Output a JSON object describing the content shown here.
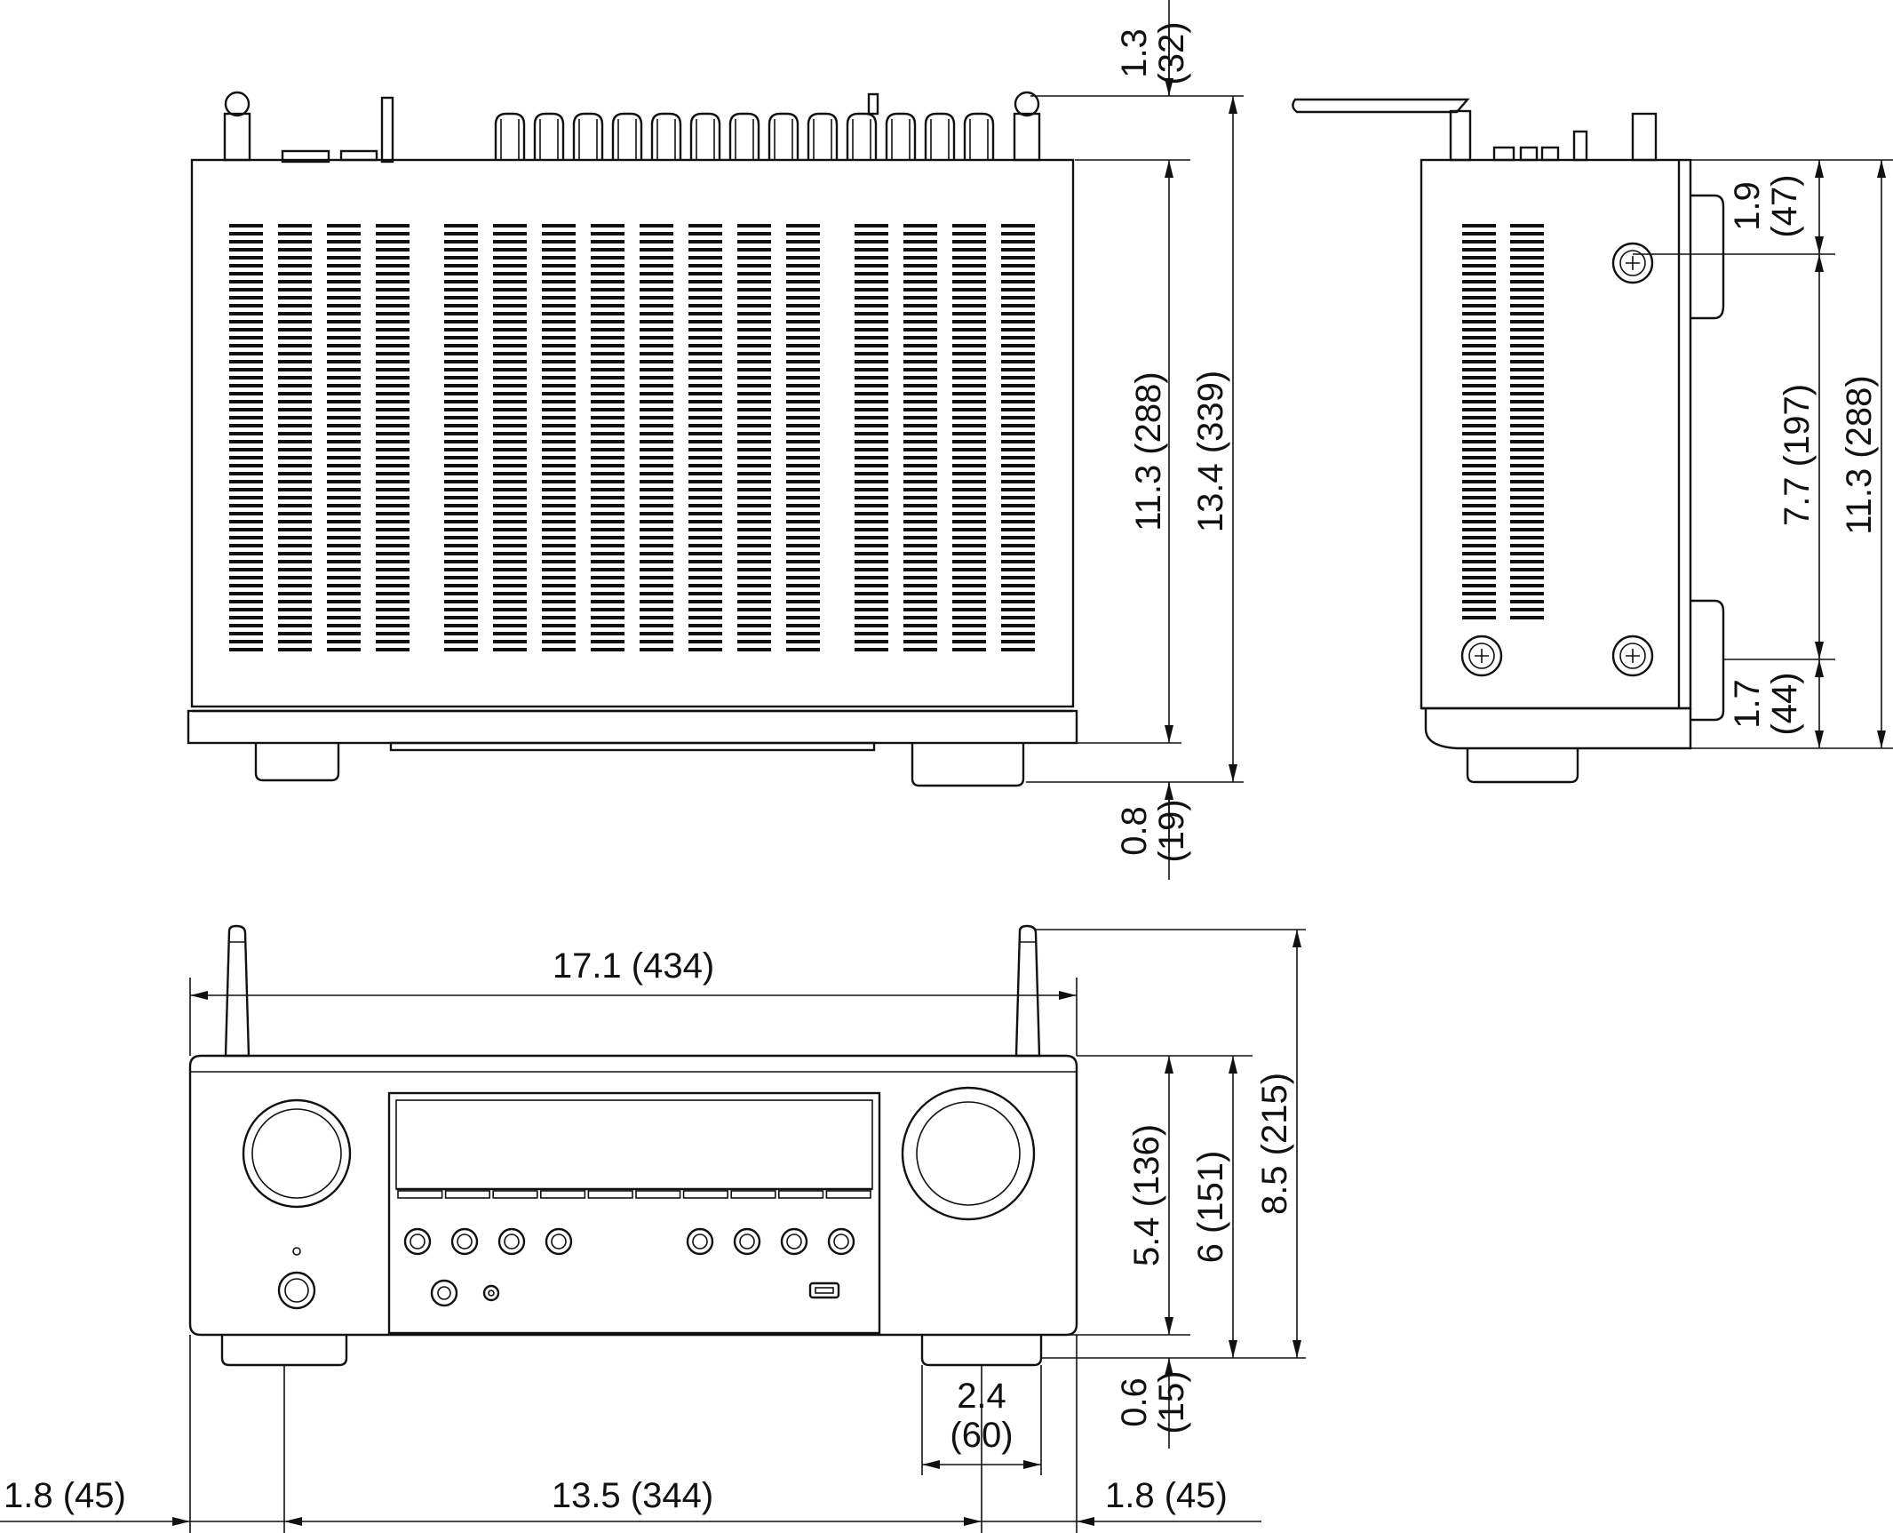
{
  "top_view": {
    "dims": {
      "top_protrusion": "1.3\n(32)",
      "body_depth": "11.3 (288)",
      "total_depth": "13.4 (339)",
      "front_protrusion": "0.8\n(19)"
    }
  },
  "side_view": {
    "dims": {
      "top_to_foot": "1.9\n(47)",
      "foot_spacing": "7.7 (197)",
      "body_depth": "11.3 (288)",
      "foot_to_front": "1.7\n(44)"
    }
  },
  "front_view": {
    "dims": {
      "width": "17.1 (434)",
      "panel_height": "5.4 (136)",
      "body_height": "6 (151)",
      "total_height": "8.5 (215)",
      "foot_height": "0.6\n(15)",
      "foot_width": "2.4\n(60)",
      "left_offset": "1.8 (45)",
      "foot_span": "13.5 (344)",
      "right_offset": "1.8 (45)"
    }
  }
}
